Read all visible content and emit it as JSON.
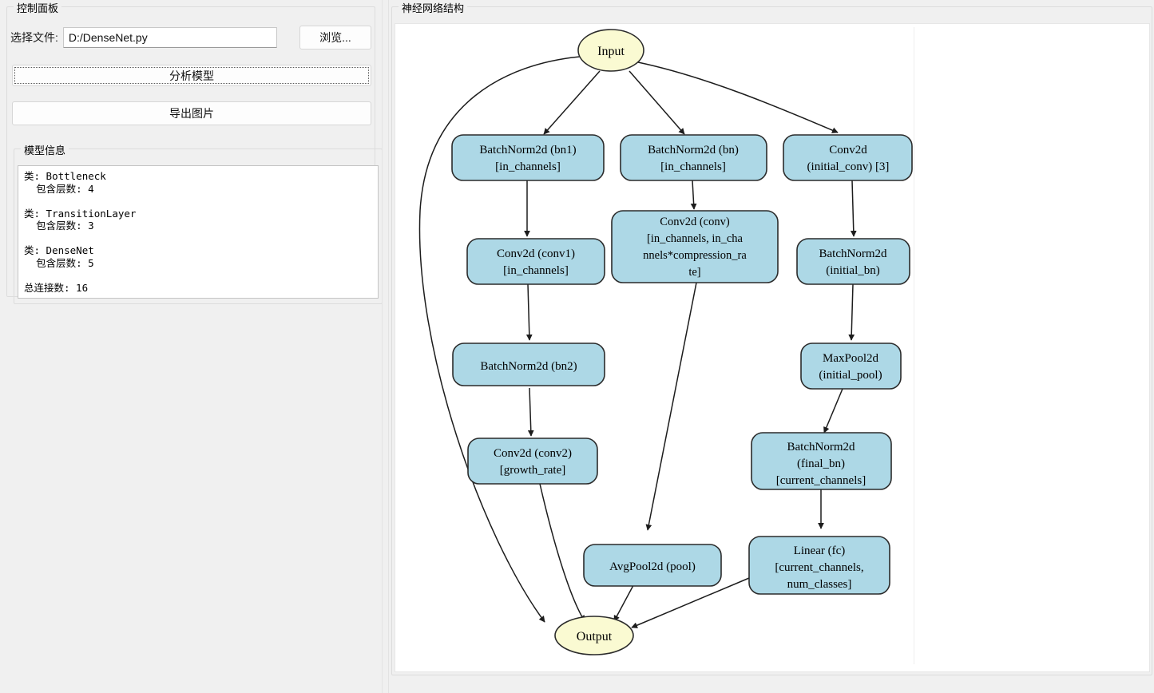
{
  "left_panel": {
    "group_title": "控制面板",
    "file_label": "选择文件:",
    "file_value": "D:/DenseNet.py",
    "file_placeholder": "",
    "browse_label": "浏览...",
    "analyze_label": "分析模型",
    "export_label": "导出图片",
    "info_group_title": "模型信息",
    "info_text": "类: Bottleneck\n  包含层数: 4\n\n类: TransitionLayer\n  包含层数: 3\n\n类: DenseNet\n  包含层数: 5\n\n总连接数: 16"
  },
  "right_panel": {
    "group_title": "神经网络结构"
  },
  "colors": {
    "node_fill": "#ADD8E6",
    "node_stroke": "#2b2b2b",
    "io_fill": "#FAFAD2",
    "io_stroke": "#2b2b2b",
    "edge": "#1c1c1c",
    "panel_bg": "#f0f0f0",
    "canvas_bg": "#ffffff"
  },
  "graph": {
    "type": "diagram",
    "title": "神经网络结构",
    "nodes": [
      {
        "id": "input",
        "shape": "ellipse",
        "kind": "io",
        "label": [
          "Input"
        ]
      },
      {
        "id": "bn1",
        "shape": "rounded",
        "kind": "layer",
        "label": [
          "BatchNorm2d (bn1)",
          "[in_channels]"
        ]
      },
      {
        "id": "bn",
        "shape": "rounded",
        "kind": "layer",
        "label": [
          "BatchNorm2d (bn)",
          "[in_channels]"
        ]
      },
      {
        "id": "initial_conv",
        "shape": "rounded",
        "kind": "layer",
        "label": [
          "Conv2d",
          "(initial_conv) [3]"
        ]
      },
      {
        "id": "conv1",
        "shape": "rounded",
        "kind": "layer",
        "label": [
          "Conv2d (conv1)",
          "[in_channels]"
        ]
      },
      {
        "id": "conv",
        "shape": "rounded",
        "kind": "layer",
        "label": [
          "Conv2d (conv)",
          "[in_channels, in_cha",
          "nnels*compression_ra",
          "te]"
        ]
      },
      {
        "id": "initial_bn",
        "shape": "rounded",
        "kind": "layer",
        "label": [
          "BatchNorm2d",
          "(initial_bn)"
        ]
      },
      {
        "id": "bn2",
        "shape": "rounded",
        "kind": "layer",
        "label": [
          "BatchNorm2d (bn2)"
        ]
      },
      {
        "id": "initial_pool",
        "shape": "rounded",
        "kind": "layer",
        "label": [
          "MaxPool2d",
          "(initial_pool)"
        ]
      },
      {
        "id": "final_bn",
        "shape": "rounded",
        "kind": "layer",
        "label": [
          "BatchNorm2d",
          "(final_bn)",
          "[current_channels]"
        ]
      },
      {
        "id": "conv2",
        "shape": "rounded",
        "kind": "layer",
        "label": [
          "Conv2d (conv2)",
          "[growth_rate]"
        ]
      },
      {
        "id": "pool",
        "shape": "rounded",
        "kind": "layer",
        "label": [
          "AvgPool2d (pool)"
        ]
      },
      {
        "id": "fc",
        "shape": "rounded",
        "kind": "layer",
        "label": [
          "Linear (fc)",
          "[current_channels,",
          "num_classes]"
        ]
      },
      {
        "id": "output",
        "shape": "ellipse",
        "kind": "io",
        "label": [
          "Output"
        ]
      }
    ],
    "edges": [
      {
        "from": "input",
        "to": "bn1"
      },
      {
        "from": "input",
        "to": "bn"
      },
      {
        "from": "input",
        "to": "initial_conv"
      },
      {
        "from": "input",
        "to": "output"
      },
      {
        "from": "bn1",
        "to": "conv1"
      },
      {
        "from": "conv1",
        "to": "bn2"
      },
      {
        "from": "bn2",
        "to": "conv2"
      },
      {
        "from": "conv2",
        "to": "output"
      },
      {
        "from": "bn",
        "to": "conv"
      },
      {
        "from": "conv",
        "to": "pool"
      },
      {
        "from": "pool",
        "to": "output"
      },
      {
        "from": "initial_conv",
        "to": "initial_bn"
      },
      {
        "from": "initial_bn",
        "to": "initial_pool"
      },
      {
        "from": "initial_pool",
        "to": "final_bn"
      },
      {
        "from": "final_bn",
        "to": "fc"
      },
      {
        "from": "fc",
        "to": "output"
      }
    ],
    "total_connections": 16
  }
}
